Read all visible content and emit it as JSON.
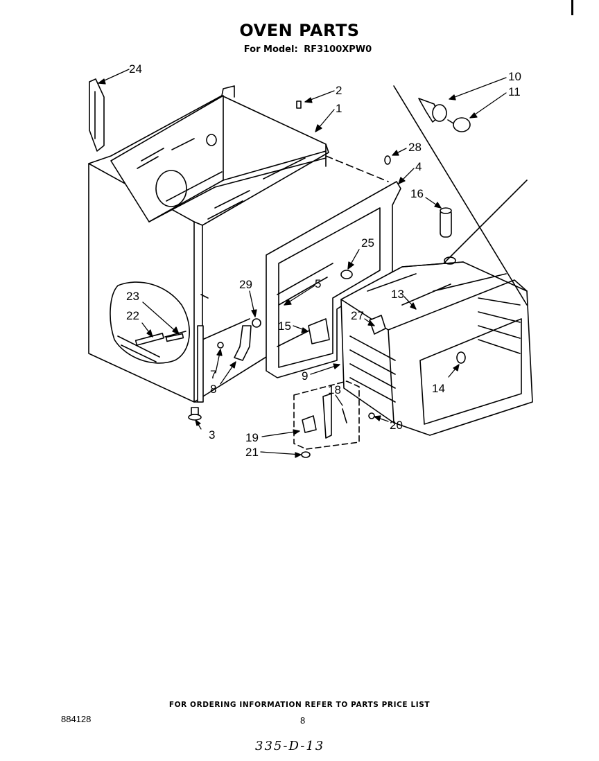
{
  "header": {
    "title": "OVEN PARTS",
    "subtitle_prefix": "For Model:",
    "model": "RF3100XPW0"
  },
  "callouts": [
    "24",
    "2",
    "1",
    "10",
    "11",
    "28",
    "4",
    "16",
    "25",
    "29",
    "5",
    "23",
    "22",
    "13",
    "27",
    "15",
    "14",
    "7",
    "8",
    "9",
    "18",
    "3",
    "19",
    "20",
    "21"
  ],
  "footer": {
    "ordering_note": "FOR ORDERING INFORMATION REFER TO PARTS PRICE LIST",
    "doc_number": "884128",
    "page_number": "8",
    "handwritten_code": "335-D-13"
  }
}
